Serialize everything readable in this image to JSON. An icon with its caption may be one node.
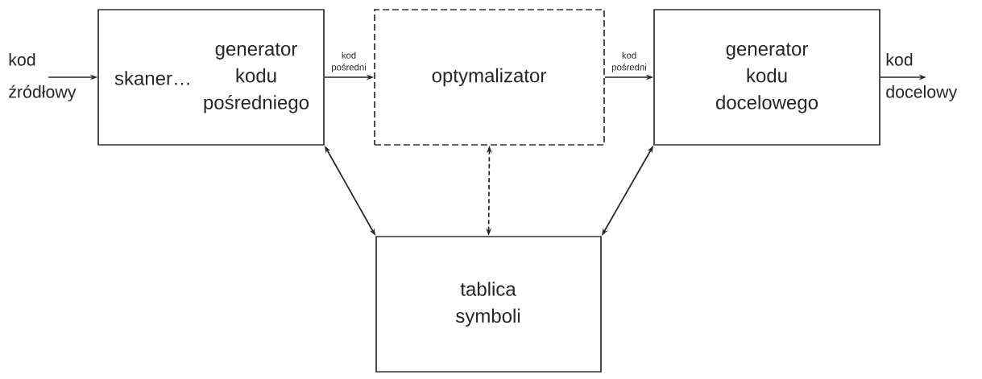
{
  "diagram": {
    "nodes": [
      {
        "text": [
          "skaner…",
          "generator kodu pośredniego"
        ]
      },
      {
        "text": [
          "optymalizator"
        ]
      },
      {
        "text": [
          "generator kodu docelowego"
        ]
      },
      {
        "text": [
          "tablica symboli"
        ]
      }
    ],
    "edges": [
      {
        "from": null,
        "to": 0,
        "arrow": "to",
        "label": "kod źródłowy"
      },
      {
        "from": 0,
        "to": 1,
        "arrow": "to",
        "label": "kod pośredni"
      },
      {
        "from": 1,
        "to": 2,
        "arrow": "to",
        "label": "kod pośredni"
      },
      {
        "from": 2,
        "to": null,
        "arrow": "to",
        "label": "kod docelowy"
      },
      {
        "from": 0,
        "to": 3,
        "arrow": "both"
      },
      {
        "from": 1,
        "to": 3,
        "arrow": "both",
        "style": "dashed"
      },
      {
        "from": 2,
        "to": 3,
        "arrow": "both"
      }
    ]
  }
}
